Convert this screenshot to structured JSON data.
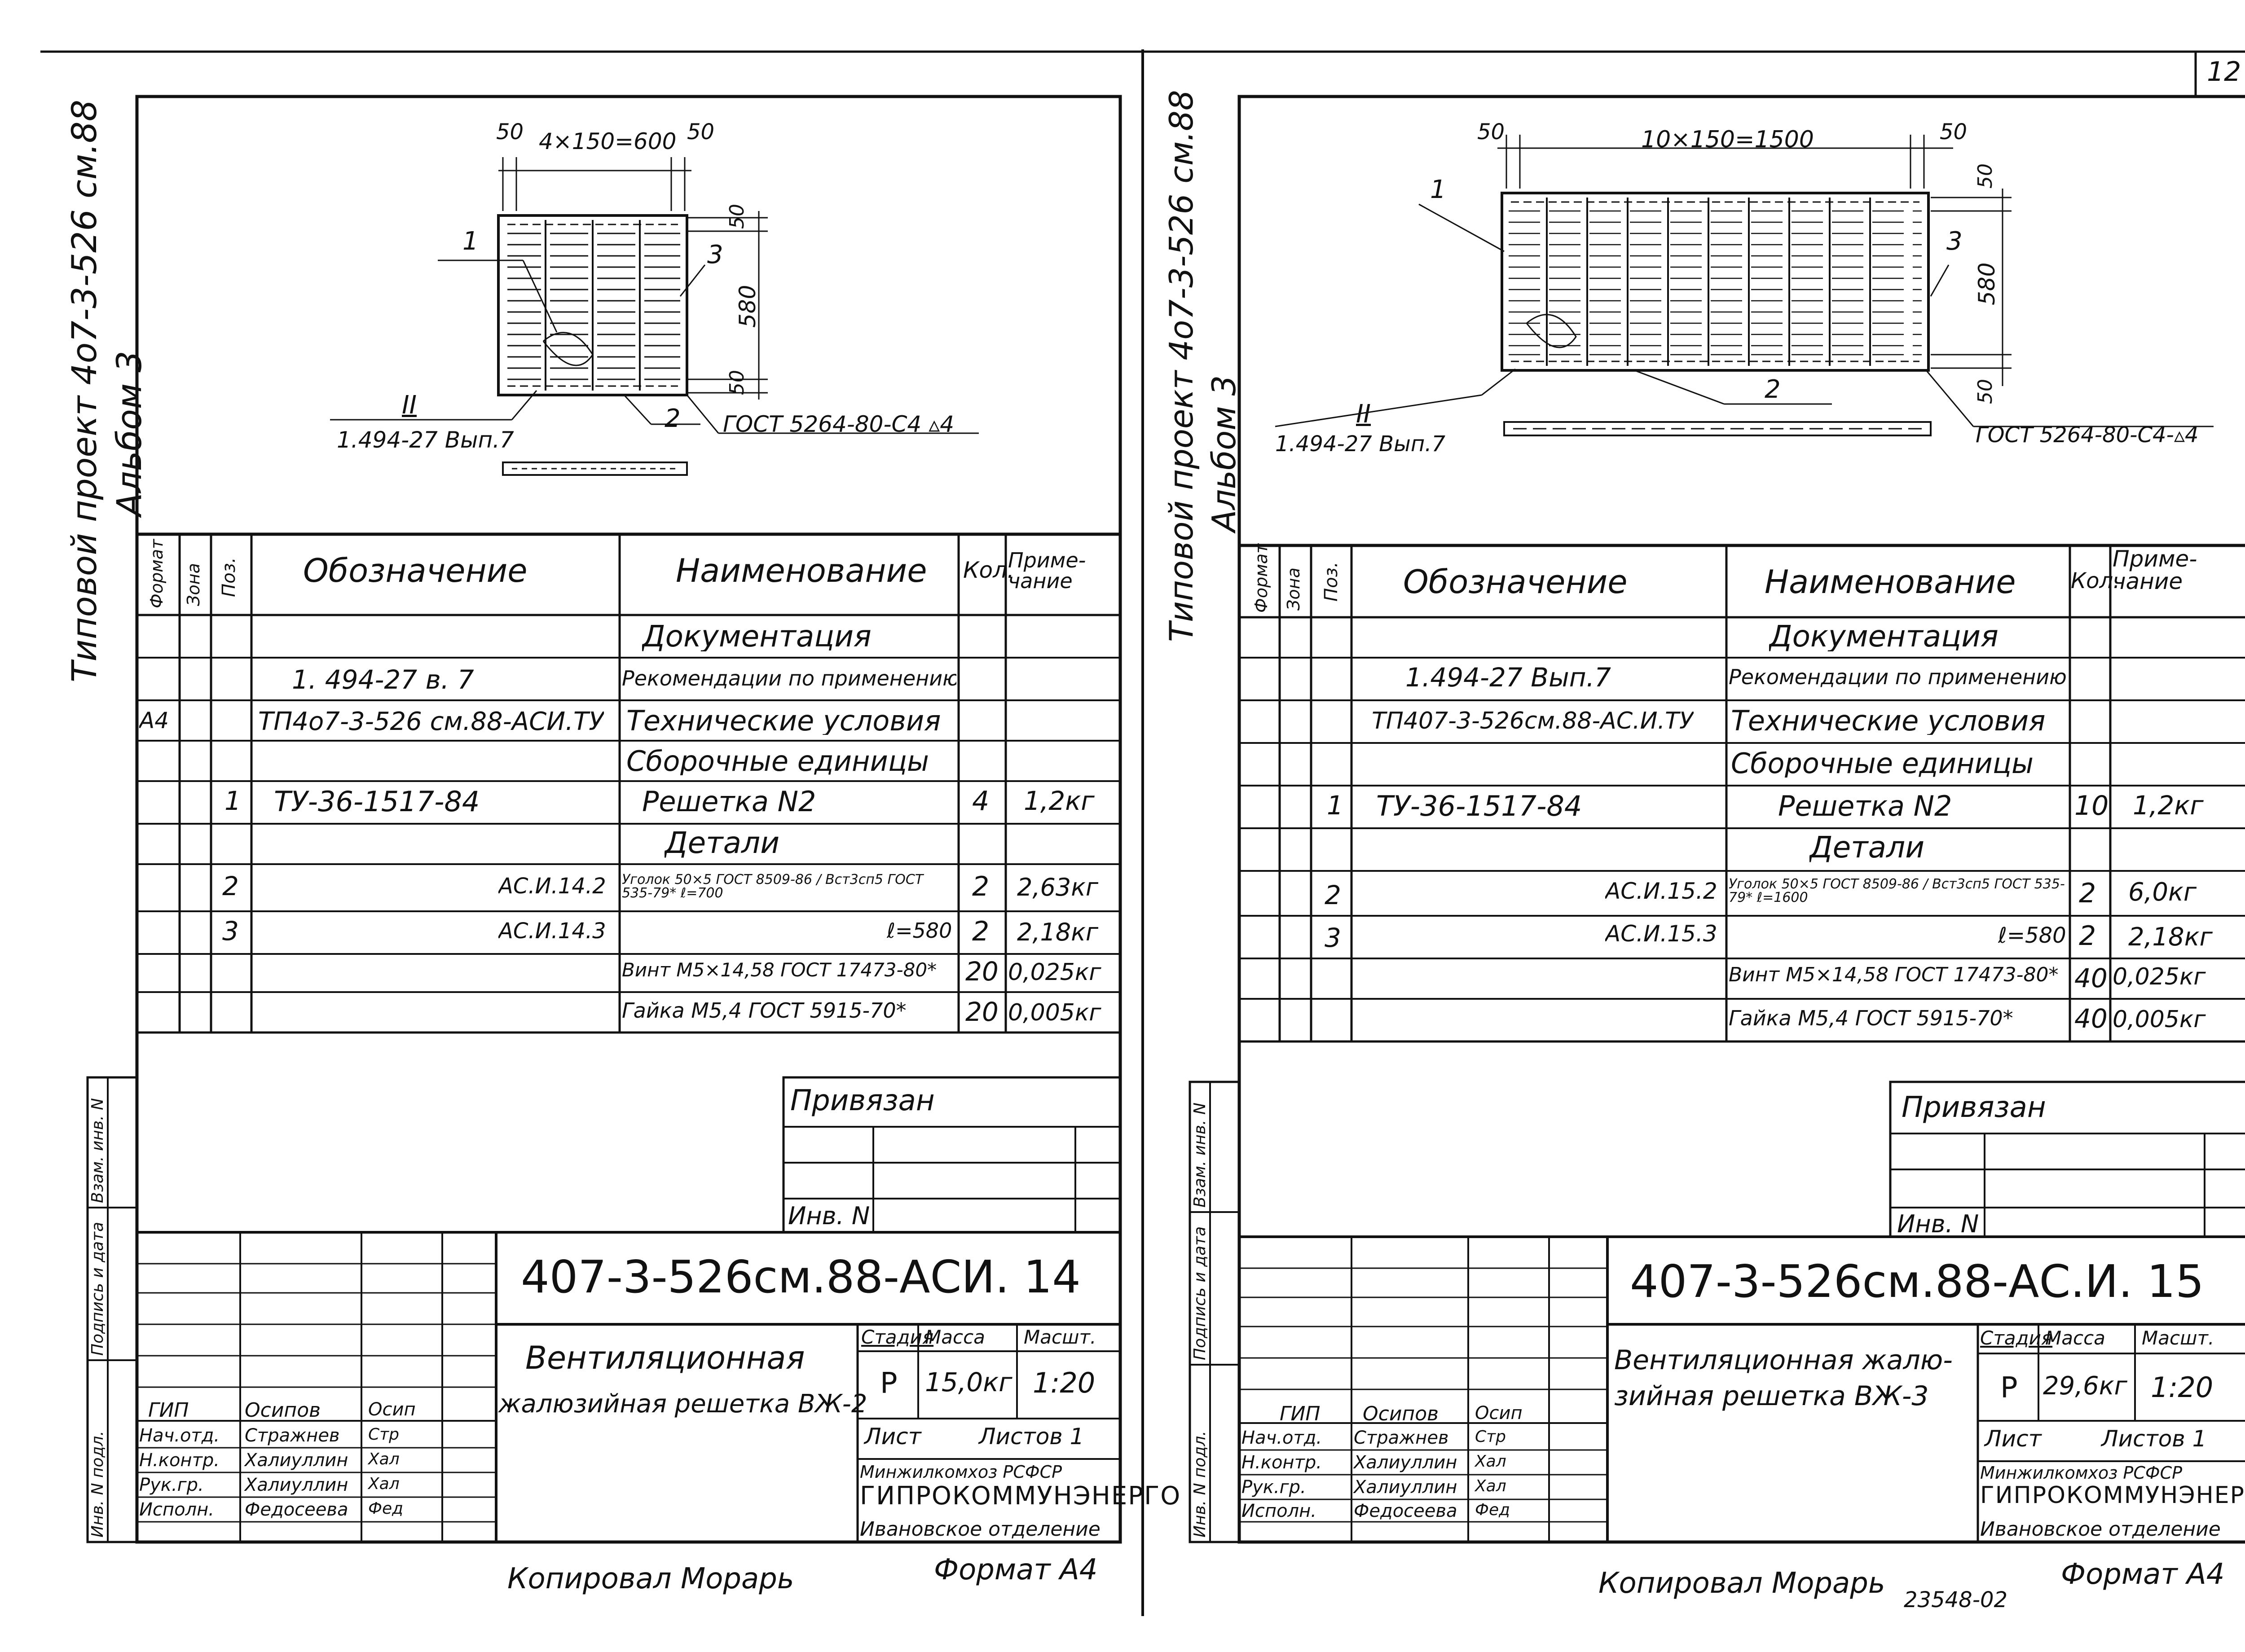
{
  "page_number": "12",
  "left": {
    "margin_title_line1": "Типовой проект 4о7-3-526 см.88",
    "margin_title_line2": "Альбом 3",
    "dims": {
      "d1": "50",
      "d2": "4×150=600",
      "d3": "50",
      "d4": "50",
      "d5": "580",
      "d6": "50"
    },
    "callouts": {
      "c1": "1",
      "c2": "2",
      "c3": "3",
      "c_view": "II",
      "ref": "1.494-27 Вып.7",
      "gost": "ГОСТ 5264-80-С4 ▵4"
    },
    "spec_headers": {
      "format": "Формат",
      "zone": "Зона",
      "pos": "Поз.",
      "designation": "Обозначение",
      "name": "Наименование",
      "qty": "Кол.",
      "note": "Приме-чание"
    },
    "spec_rows": [
      {
        "format": "",
        "pos": "",
        "designation": "",
        "name": "Документация",
        "qty": "",
        "note": "",
        "section": true
      },
      {
        "format": "",
        "pos": "",
        "designation": "1. 494-27 в. 7",
        "name": "Рекомендации по применению",
        "qty": "",
        "note": ""
      },
      {
        "format": "А4",
        "pos": "",
        "designation": "ТП4о7-3-526 см.88-АСИ.ТУ",
        "name": "Технические условия",
        "qty": "",
        "note": ""
      },
      {
        "format": "",
        "pos": "",
        "designation": "",
        "name": "Сборочные единицы",
        "qty": "",
        "note": ""
      },
      {
        "format": "",
        "pos": "1",
        "designation": "ТУ-36-1517-84",
        "name": "Решетка N2",
        "qty": "4",
        "note": "1,2кг"
      },
      {
        "format": "",
        "pos": "",
        "designation": "",
        "name": "Детали",
        "qty": "",
        "note": "",
        "section": true
      },
      {
        "format": "",
        "pos": "2",
        "designation": "АС.И.14.2",
        "name": "Уголок 50×5 ГОСТ 8509-86 / Вст3сп5 ГОСТ 535-79* ℓ=700",
        "qty": "2",
        "note": "2,63кг"
      },
      {
        "format": "",
        "pos": "3",
        "designation": "АС.И.14.3",
        "name": "ℓ=580",
        "qty": "2",
        "note": "2,18кг"
      },
      {
        "format": "",
        "pos": "",
        "designation": "",
        "name": "Винт М5×14,58 ГОСТ 17473-80*",
        "qty": "20",
        "note": "0,025кг"
      },
      {
        "format": "",
        "pos": "",
        "designation": "",
        "name": "Гайка М5,4 ГОСТ 5915-70*",
        "qty": "20",
        "note": "0,005кг"
      }
    ],
    "privyazan": "Привязан",
    "inv": "Инв. N",
    "side_stamp": [
      "Взам. инв. N",
      "Подпись и дата",
      "Инв. N подл."
    ],
    "doc_code": "407-3-526см.88-АСИ. 14",
    "title_line1": "Вентиляционная",
    "title_line2": "жалюзийная решетка ВЖ-2",
    "stage_headers": {
      "stage": "Стадия",
      "mass": "Масса",
      "scale": "Масшт."
    },
    "stage": "Р",
    "mass": "15,0кг",
    "scale": "1:20",
    "sheet": "Лист",
    "sheets": "Листов 1",
    "roles": [
      {
        "role": "ГИП",
        "name": "Осипов",
        "sign": "Осип"
      },
      {
        "role": "Нач.отд.",
        "name": "Стражнев",
        "sign": "Стр"
      },
      {
        "role": "Н.контр.",
        "name": "Халиуллин",
        "sign": "Хал"
      },
      {
        "role": "Рук.гр.",
        "name": "Халиуллин",
        "sign": "Хал"
      },
      {
        "role": "Исполн.",
        "name": "Федосеева",
        "sign": "Фед"
      }
    ],
    "org_line1": "Минжилкомхоз РСФСР",
    "org_line2": "ГИПРОКОММУНЭНЕРГО",
    "org_line3": "Ивановское отделение",
    "copied": "Копировал  Морарь",
    "format": "Формат А4"
  },
  "right": {
    "margin_title_line1": "Типовой проект 4о7-3-526 см.88",
    "margin_title_line2": "Альбом 3",
    "dims": {
      "d1": "50",
      "d2": "10×150=1500",
      "d3": "50",
      "d4": "50",
      "d5": "580",
      "d6": "50"
    },
    "callouts": {
      "c1": "1",
      "c2": "2",
      "c3": "3",
      "c_view": "II",
      "ref": "1.494-27 Вып.7",
      "gost": "ГОСТ 5264-80-С4-▵4"
    },
    "spec_headers": {
      "format": "Формат",
      "zone": "Зона",
      "pos": "Поз.",
      "designation": "Обозначение",
      "name": "Наименование",
      "qty": "Кол.",
      "note": "Приме-чание"
    },
    "spec_rows": [
      {
        "format": "",
        "pos": "",
        "designation": "",
        "name": "Документация",
        "qty": "",
        "note": "",
        "section": true
      },
      {
        "format": "",
        "pos": "",
        "designation": "1.494-27  Вып.7",
        "name": "Рекомендации по применению",
        "qty": "",
        "note": ""
      },
      {
        "format": "",
        "pos": "",
        "designation": "ТП407-3-526см.88-АС.И.ТУ",
        "name": "Технические условия",
        "qty": "",
        "note": ""
      },
      {
        "format": "",
        "pos": "",
        "designation": "",
        "name": "Сборочные единицы",
        "qty": "",
        "note": ""
      },
      {
        "format": "",
        "pos": "1",
        "designation": "ТУ-36-1517-84",
        "name": "Решетка N2",
        "qty": "10",
        "note": "1,2кг"
      },
      {
        "format": "",
        "pos": "",
        "designation": "",
        "name": "Детали",
        "qty": "",
        "note": "",
        "section": true
      },
      {
        "format": "",
        "pos": "2",
        "designation": "АС.И.15.2",
        "name": "Уголок 50×5 ГОСТ 8509-86 / Вст3сп5 ГОСТ 535-79* ℓ=1600",
        "qty": "2",
        "note": "6,0кг"
      },
      {
        "format": "",
        "pos": "3",
        "designation": "АС.И.15.3",
        "name": "ℓ=580",
        "qty": "2",
        "note": "2,18кг"
      },
      {
        "format": "",
        "pos": "",
        "designation": "",
        "name": "Винт М5×14,58 ГОСТ 17473-80*",
        "qty": "40",
        "note": "0,025кг"
      },
      {
        "format": "",
        "pos": "",
        "designation": "",
        "name": "Гайка М5,4 ГОСТ 5915-70*",
        "qty": "40",
        "note": "0,005кг"
      }
    ],
    "privyazan": "Привязан",
    "inv": "Инв. N",
    "side_stamp": [
      "Взам. инв. N",
      "Подпись и дата",
      "Инв. N подл."
    ],
    "doc_code": "407-3-526см.88-АС.И. 15",
    "title_line1": "Вентиляционная жалю-",
    "title_line2": "зийная решетка ВЖ-3",
    "stage_headers": {
      "stage": "Стадия",
      "mass": "Масса",
      "scale": "Масшт."
    },
    "stage": "Р",
    "mass": "29,6кг",
    "scale": "1:20",
    "sheet": "Лист",
    "sheets": "Листов 1",
    "roles": [
      {
        "role": "ГИП",
        "name": "Осипов",
        "sign": "Осип"
      },
      {
        "role": "Нач.отд.",
        "name": "Стражнев",
        "sign": "Стр"
      },
      {
        "role": "Н.контр.",
        "name": "Халиуллин",
        "sign": "Хал"
      },
      {
        "role": "Рук.гр.",
        "name": "Халиуллин",
        "sign": "Хал"
      },
      {
        "role": "Исполн.",
        "name": "Федосеева",
        "sign": "Фед"
      }
    ],
    "org_line1": "Минжилкомхоз РСФСР",
    "org_line2": "ГИПРОКОММУНЭНЕРГО",
    "org_line3": "Ивановское отделение",
    "copied": "Копировал  Морарь",
    "format": "Формат А4",
    "stamp_number": "23548-02"
  }
}
